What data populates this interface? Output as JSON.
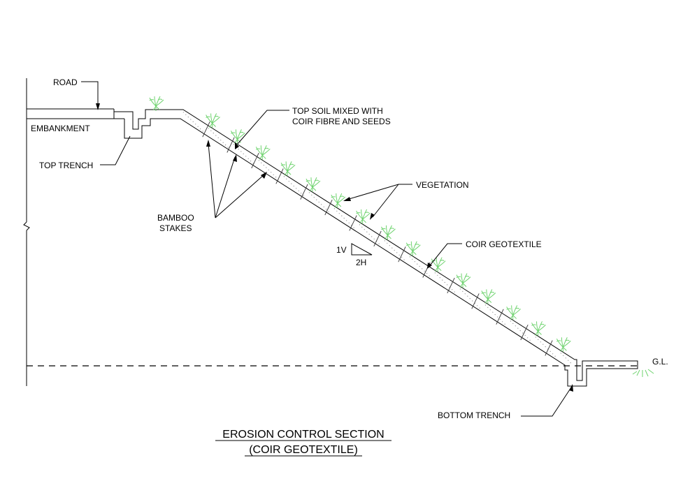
{
  "labels": {
    "road": "ROAD",
    "embankment": "EMBANKMENT",
    "top_trench": "TOP TRENCH",
    "top_soil_line1": "TOP SOIL MIXED WITH",
    "top_soil_line2": "COIR FIBRE AND SEEDS",
    "vegetation": "VEGETATION",
    "bamboo_line1": "BAMBOO",
    "bamboo_line2": "STAKES",
    "slope_v": "1V",
    "slope_h": "2H",
    "coir_geotextile": "COIR GEOTEXTILE",
    "ground_level": "G.L.",
    "bottom_trench": "BOTTOM TRENCH"
  },
  "title": {
    "line1": "EROSION CONTROL SECTION",
    "line2": "(COIR GEOTEXTILE)"
  },
  "colors": {
    "line": "#000000",
    "vegetation": "#6fd36f",
    "soil_dots": "#888888"
  }
}
